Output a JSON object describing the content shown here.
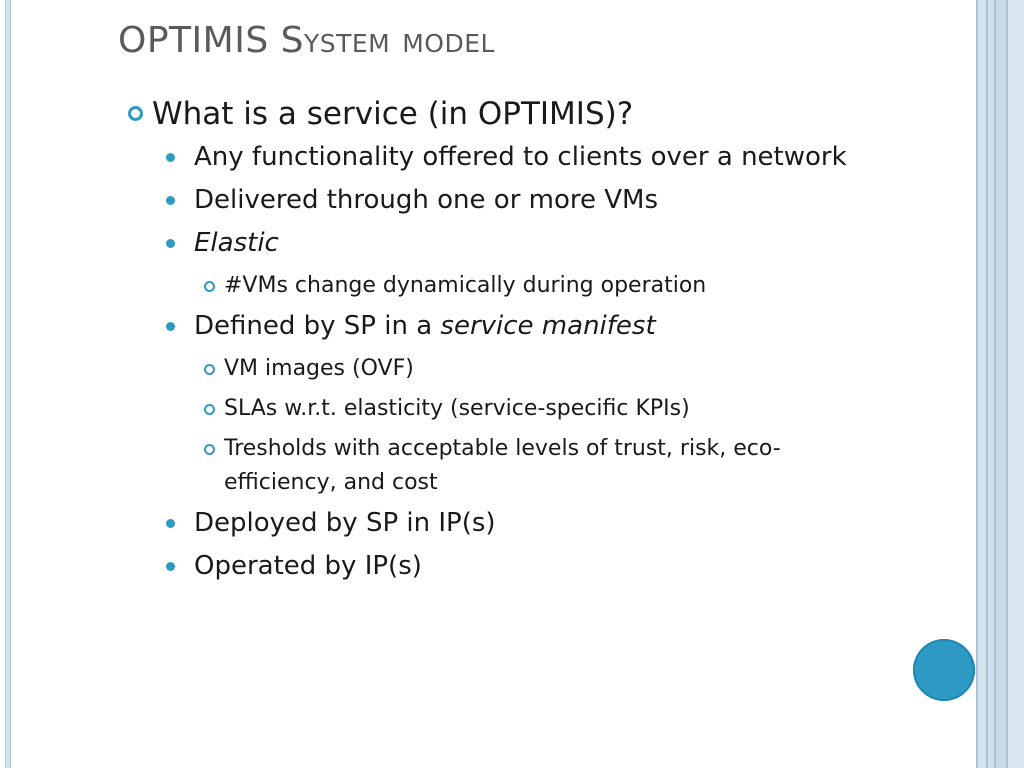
{
  "slide": {
    "title_main": "OPTIMIS ",
    "title_sc": "System model",
    "bullet1": "What is a service (in OPTIMIS)?",
    "items": [
      {
        "text": "Any functionality offered to clients over a network"
      },
      {
        "text": "Delivered through one or more VMs"
      },
      {
        "text": "Elastic"
      },
      {
        "text": "#VMs change dynamically during operation"
      },
      {
        "prefix": "Defined by SP in a ",
        "italic": "service manifest"
      },
      {
        "text": "VM images (OVF)"
      },
      {
        "text": "SLAs w.r.t. elasticity (service-specific KPIs)"
      },
      {
        "text": "Tresholds with acceptable levels of trust, risk, eco-efficiency, and cost"
      },
      {
        "text": "Deployed by SP in IP(s)"
      },
      {
        "text": "Operated by IP(s)"
      }
    ]
  },
  "colors": {
    "accent": "#2e9ac4",
    "title": "#5a5a5a",
    "text": "#1a1a1a",
    "stripe": "#d4e3ee"
  },
  "icons": {
    "level1_bullet": "ring-bullet-icon",
    "level2_bullet": "dot-bullet-icon",
    "level3_bullet": "small-ring-bullet-icon",
    "corner_decoration": "blue-circle-icon"
  }
}
